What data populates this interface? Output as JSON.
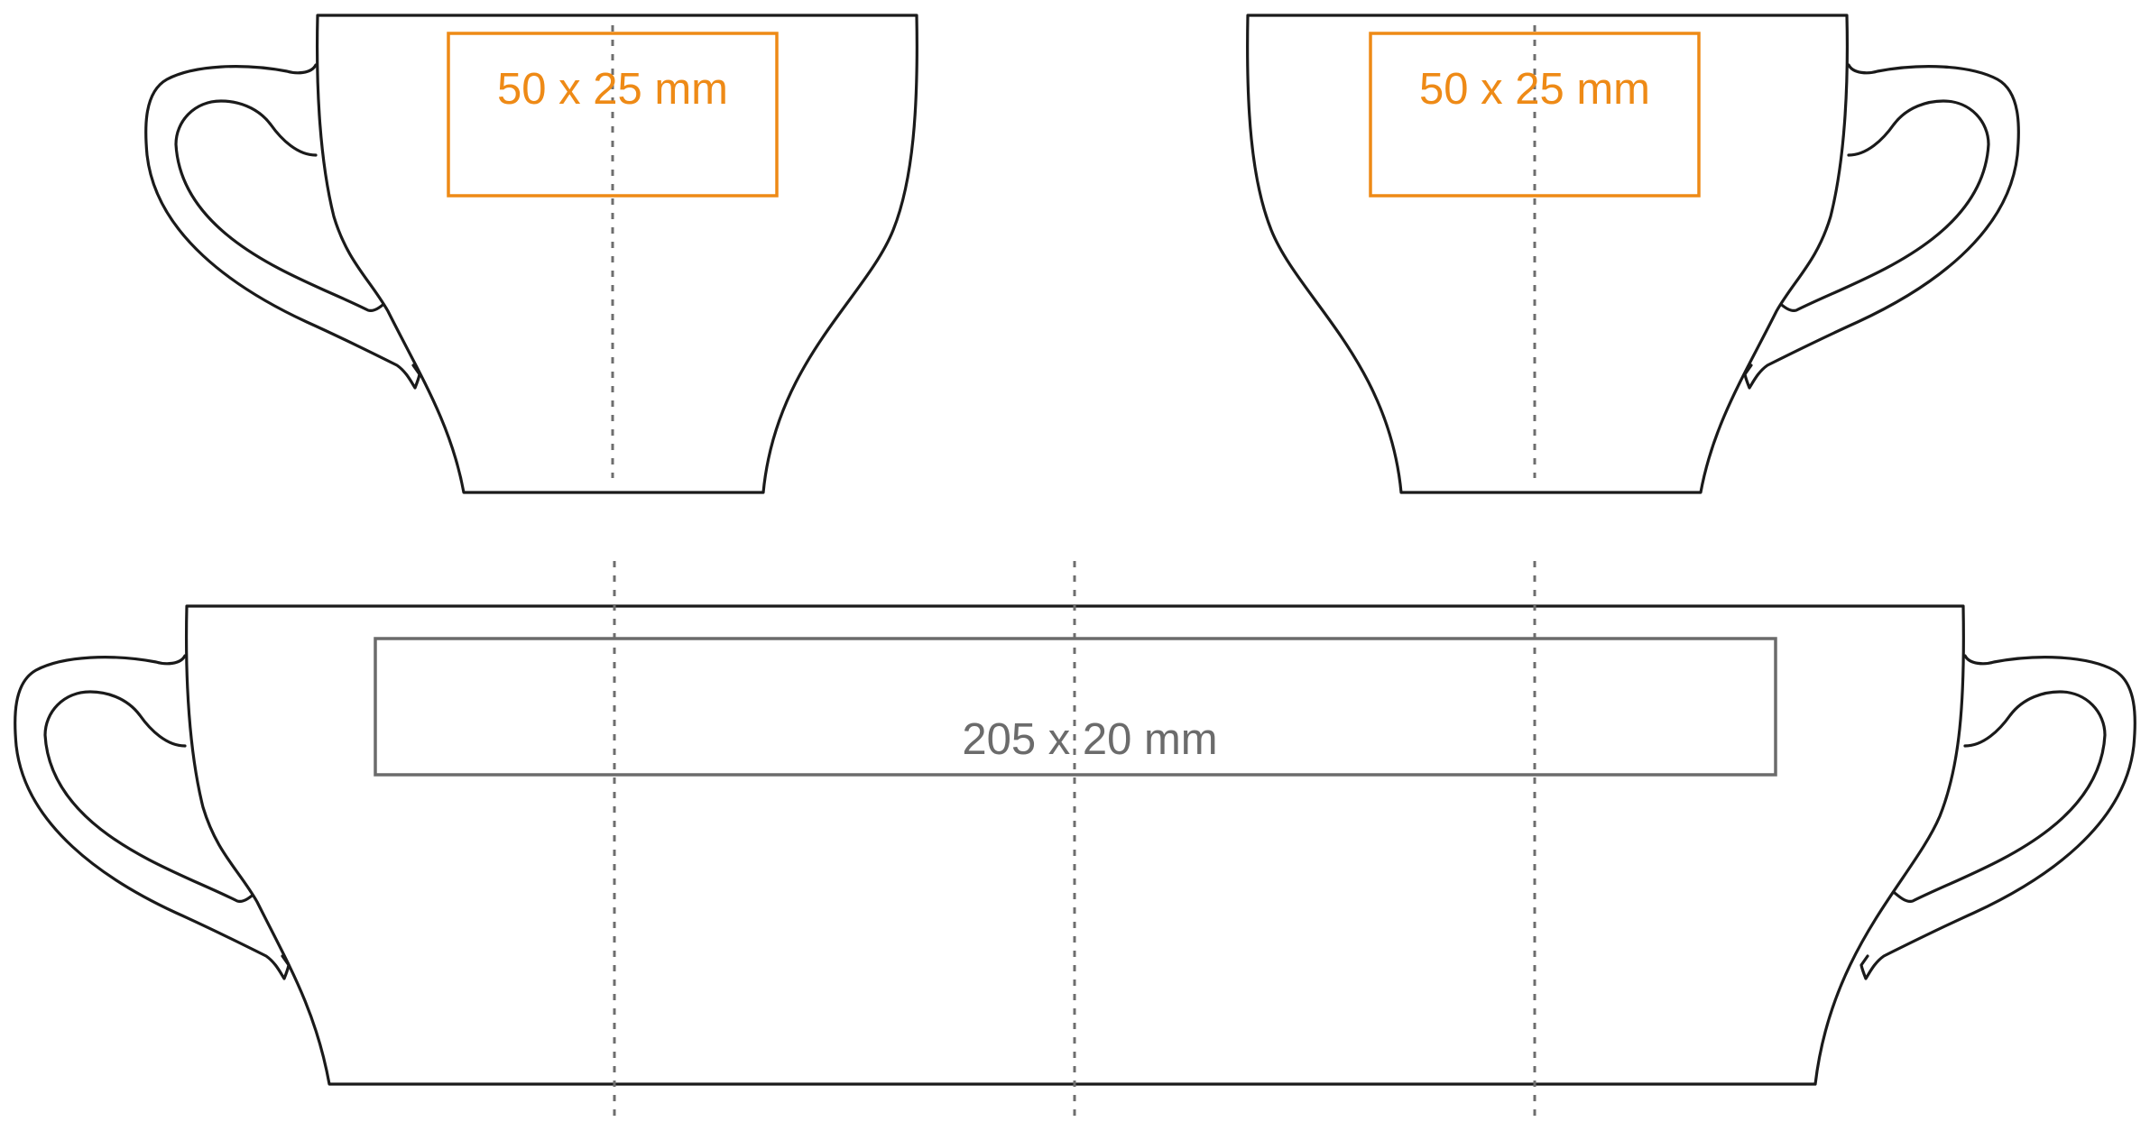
{
  "views": {
    "left_side": {
      "print_area_label": "50 x 25 mm"
    },
    "right_side": {
      "print_area_label": "50 x 25 mm"
    },
    "wrap_around": {
      "print_area_label": "205 x 20 mm"
    }
  },
  "colors": {
    "side_print_area": "#ee8a16",
    "wrap_print_area": "#6b6b6b",
    "outline": "#1a1a1a",
    "guide_lines": "#6e6e6e"
  }
}
